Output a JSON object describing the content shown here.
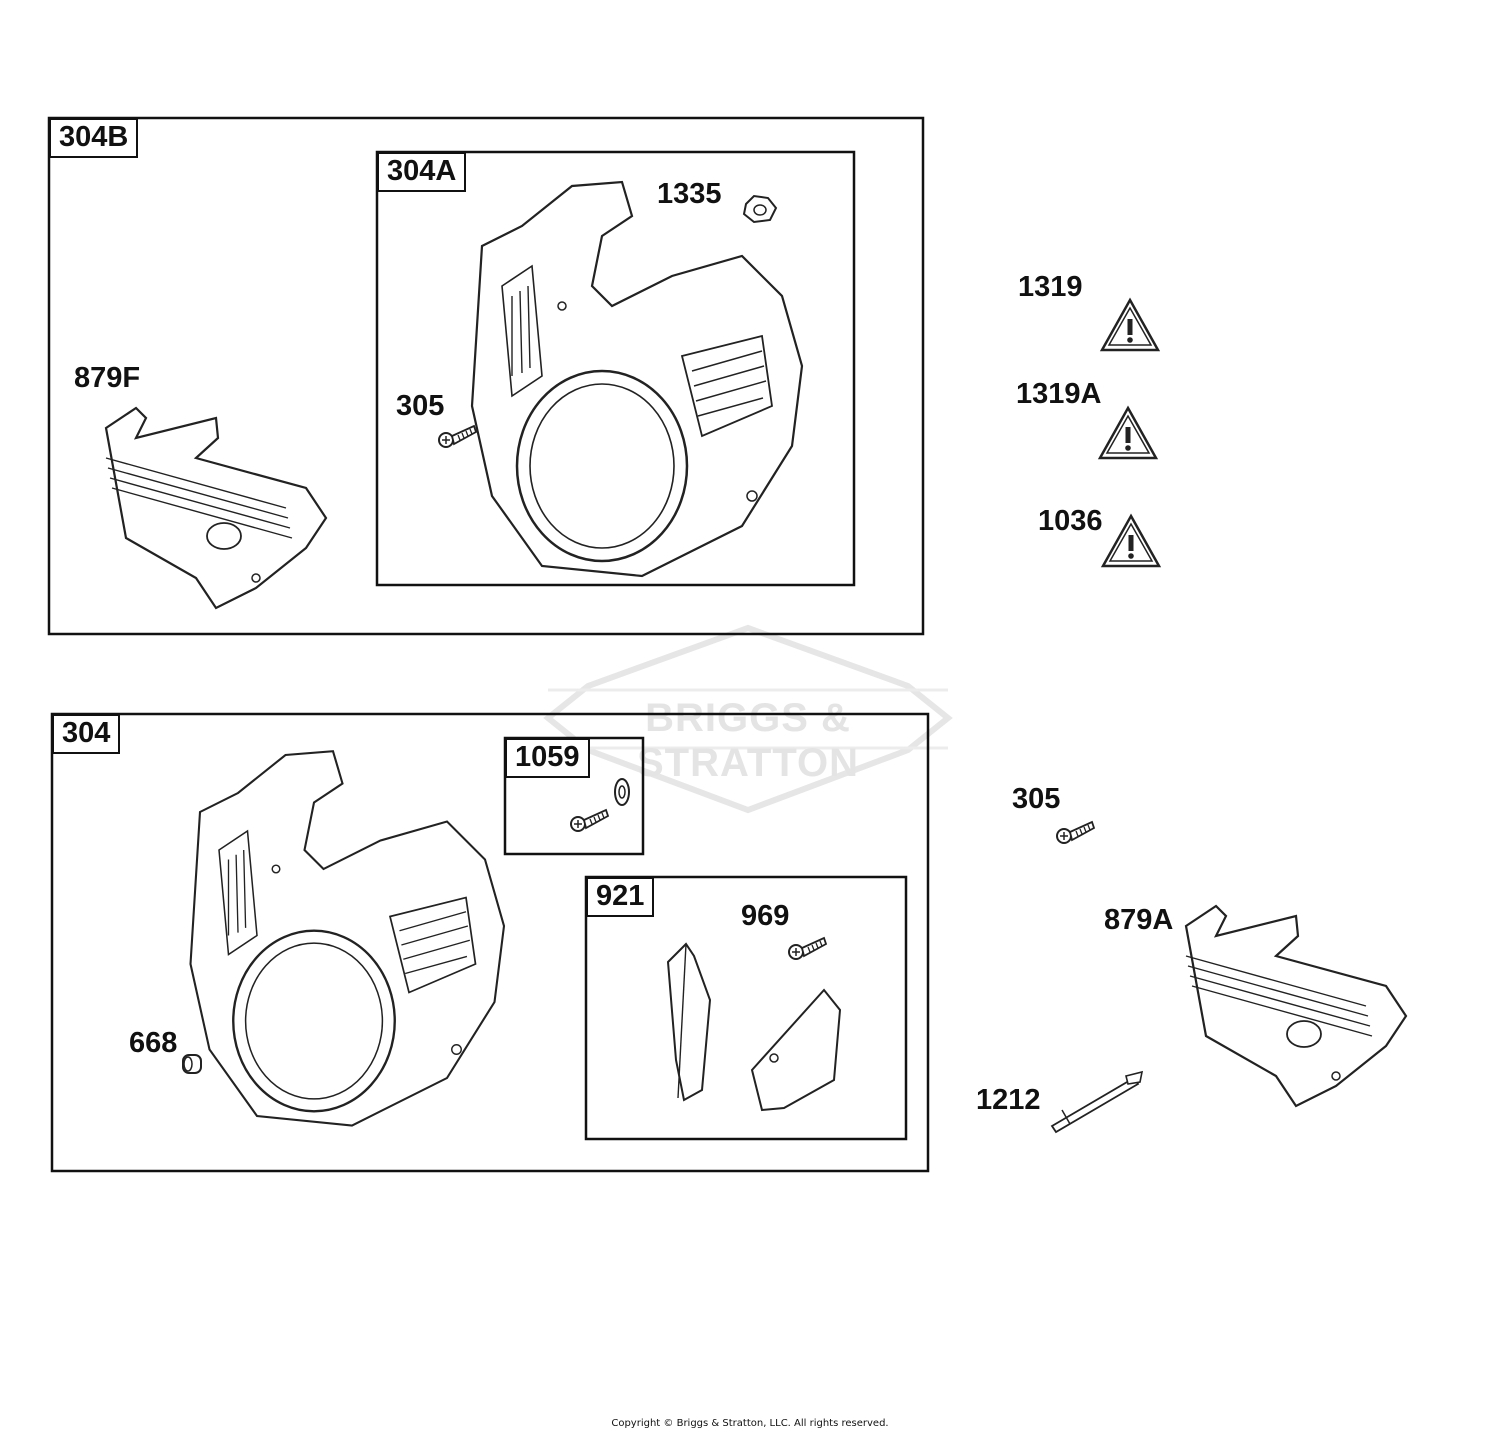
{
  "watermark": {
    "text": "BRIGGS & STRATTON",
    "color": "#e4e4e4"
  },
  "boxes": {
    "b304B": "304B",
    "b304A": "304A",
    "b304": "304",
    "b1059": "1059",
    "b921": "921"
  },
  "labels": {
    "l879F": "879F",
    "l305a": "305",
    "l1335": "1335",
    "l1319": "1319",
    "l1319A": "1319A",
    "l1036": "1036",
    "l668": "668",
    "l969": "969",
    "l305b": "305",
    "l879A": "879A",
    "l1212": "1212"
  },
  "footer": {
    "copyright": "Copyright © Briggs & Stratton, LLC. All rights reserved."
  },
  "icons": [
    "warning-icon",
    "screw-icon",
    "nut-icon",
    "washer-icon",
    "bushing-icon",
    "stud-icon"
  ]
}
